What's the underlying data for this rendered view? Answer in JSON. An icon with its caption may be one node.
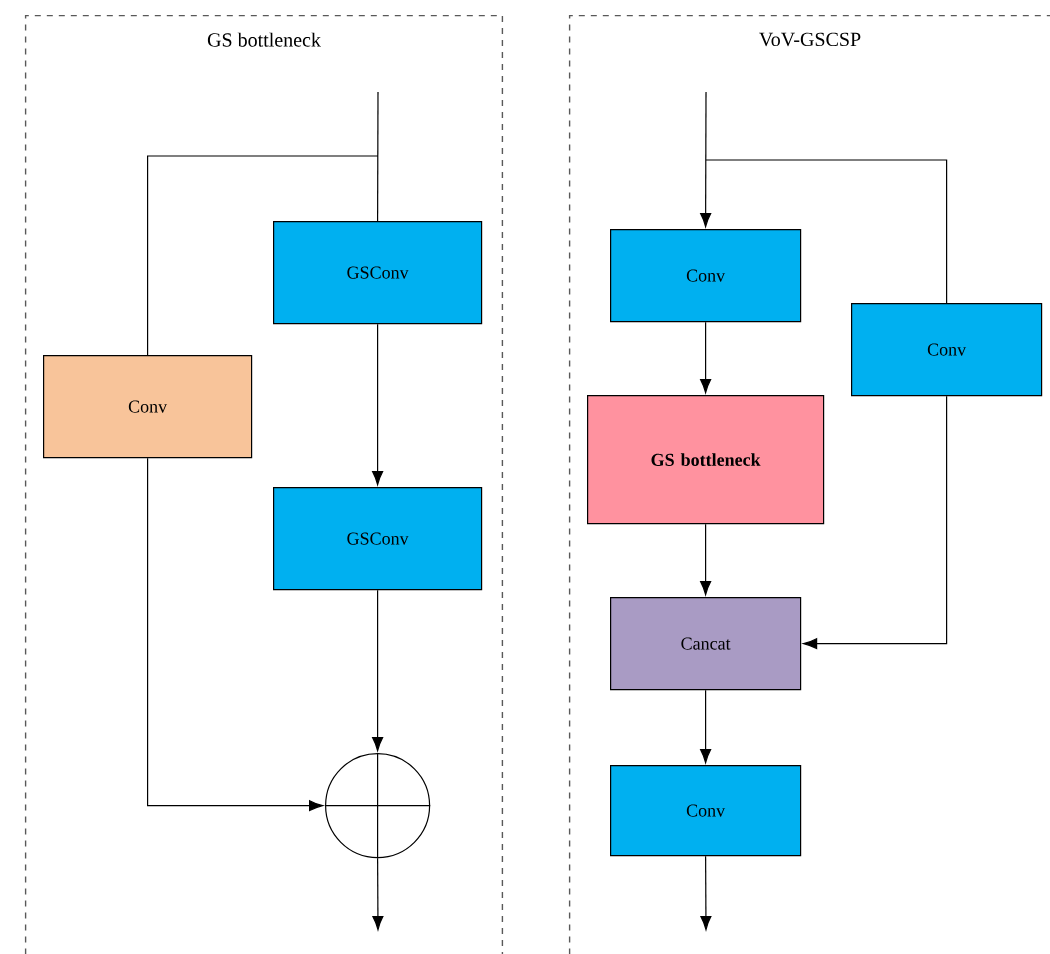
{
  "diagram": {
    "nodes": [
      {
        "text": [
          "GS bottleneck"
        ]
      },
      {
        "text": [
          "GSConv"
        ],
        "in": 0
      },
      {
        "text": [
          "Conv"
        ],
        "in": 0
      },
      {
        "text": [
          "GSConv"
        ],
        "in": 0
      },
      {
        "text": [],
        "shape": "circle",
        "in": 0
      },
      {
        "text": [
          "VoV-GSCSP"
        ]
      },
      {
        "text": [
          "Conv"
        ],
        "in": 5
      },
      {
        "text": [
          "Conv"
        ],
        "in": 5
      },
      {
        "text": [
          "GS bottleneck"
        ],
        "in": 5
      },
      {
        "text": [
          "Cancat"
        ],
        "in": 5
      },
      {
        "text": [
          "Conv"
        ],
        "in": 5
      }
    ],
    "edges": [
      {
        "from": null,
        "to": 1,
        "arrow": "none"
      },
      {
        "from": null,
        "to": 2,
        "arrow": "none"
      },
      {
        "from": 1,
        "to": 3,
        "arrow": "to"
      },
      {
        "from": 3,
        "to": 4,
        "arrow": "to"
      },
      {
        "from": 2,
        "to": 4,
        "arrow": "to"
      },
      {
        "from": 4,
        "to": null,
        "arrow": "to"
      },
      {
        "from": null,
        "to": 6,
        "arrow": "to"
      },
      {
        "from": null,
        "to": 7,
        "arrow": "none"
      },
      {
        "from": 6,
        "to": 8,
        "arrow": "to"
      },
      {
        "from": 8,
        "to": 9,
        "arrow": "to"
      },
      {
        "from": 7,
        "to": 9,
        "arrow": "to"
      },
      {
        "from": 9,
        "to": 10,
        "arrow": "to"
      },
      {
        "from": 10,
        "to": null,
        "arrow": "to"
      }
    ]
  }
}
